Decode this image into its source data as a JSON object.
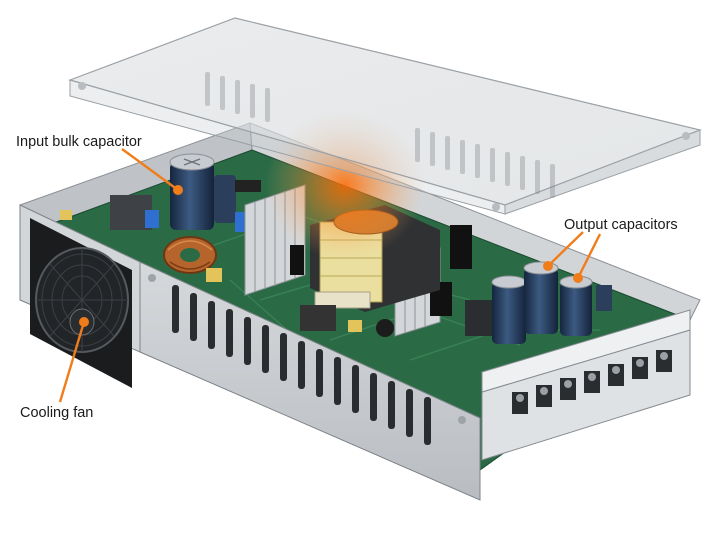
{
  "diagram": {
    "labels": {
      "input_capacitor": "Input bulk capacitor",
      "output_capacitors": "Output capacitors",
      "fan": "Cooling fan"
    },
    "colors": {
      "leader": "#f07d1a",
      "heat_glow": "#ff7a1a",
      "pcb": "#1f5a3a",
      "chassis": "#c9ccd0",
      "capacitor": "#1d3350",
      "transformer_core": "#3a3a3a",
      "transformer_bobbin": "#e8dc9a",
      "toroid": "#b5652c",
      "terminal_block": "#e3e6e9"
    },
    "icons": [
      "fan-icon",
      "capacitor-icon",
      "transformer-icon",
      "heatsink-icon",
      "toroid-icon",
      "terminal-block-icon"
    ]
  }
}
